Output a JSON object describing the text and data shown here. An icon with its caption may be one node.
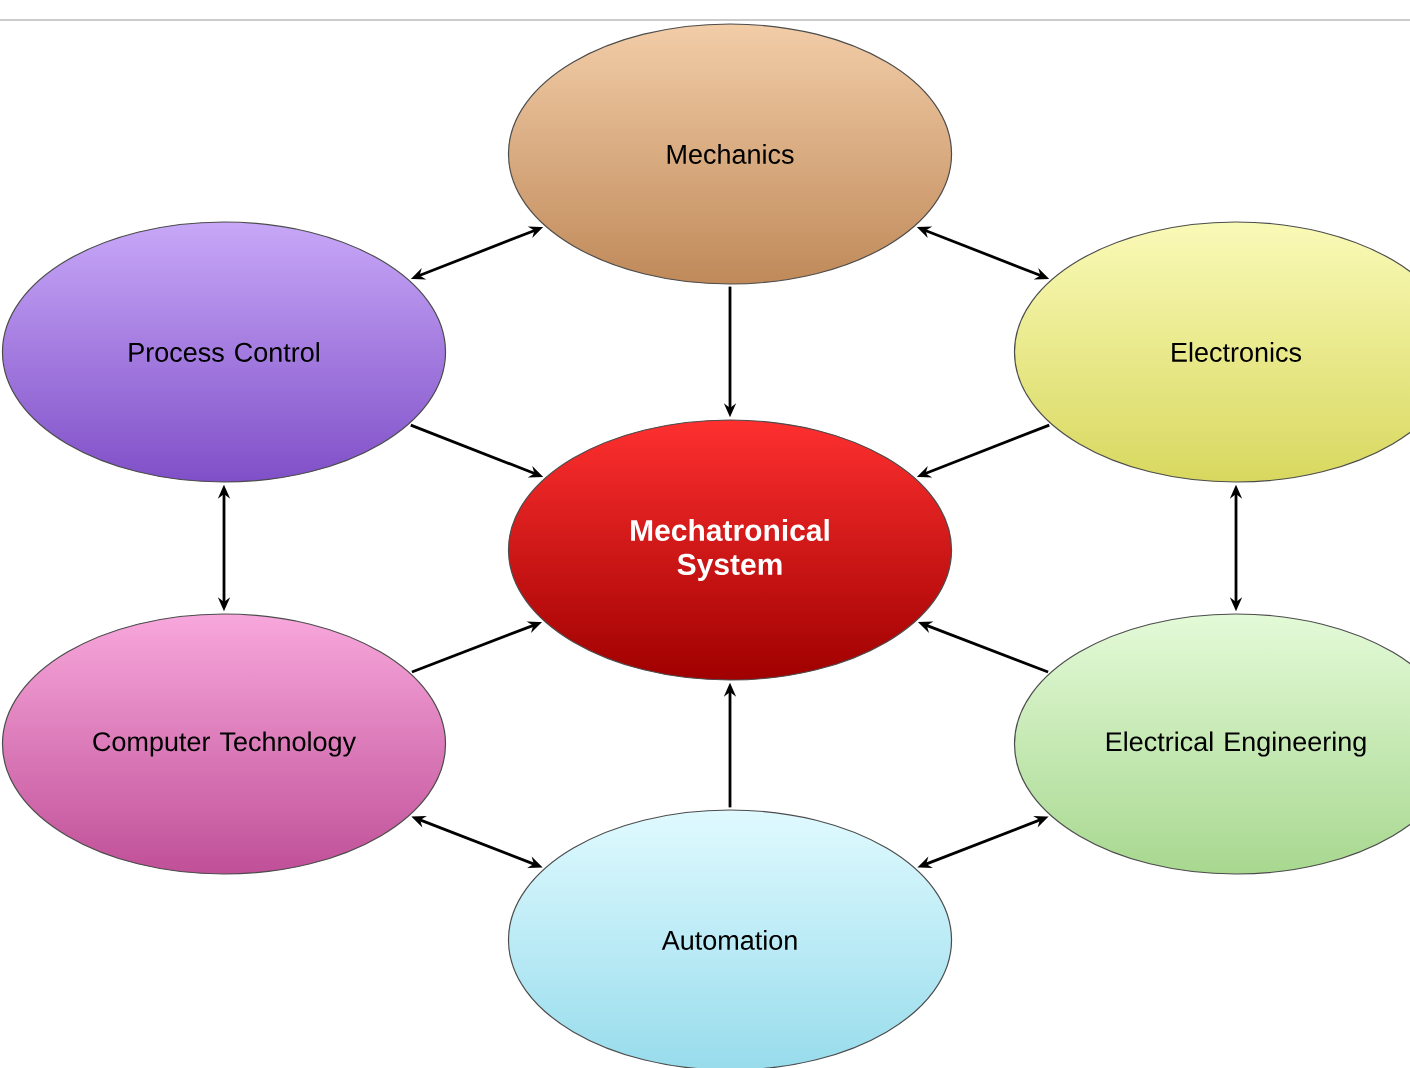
{
  "diagram": {
    "nodes": [
      {
        "text": [
          "Mechanics"
        ]
      },
      {
        "text": [
          "Process Control"
        ]
      },
      {
        "text": [
          "Electronics"
        ]
      },
      {
        "text": [
          "Mechatronical System"
        ]
      },
      {
        "text": [
          "Computer Technology"
        ]
      },
      {
        "text": [
          "Electrical Engineering"
        ]
      },
      {
        "text": [
          "Automation"
        ]
      }
    ],
    "edges": [
      {
        "from": 0,
        "to": 1,
        "arrow": "both"
      },
      {
        "from": 0,
        "to": 2,
        "arrow": "both"
      },
      {
        "from": 0,
        "to": 3,
        "arrow": "to"
      },
      {
        "from": 1,
        "to": 3,
        "arrow": "to"
      },
      {
        "from": 2,
        "to": 3,
        "arrow": "to"
      },
      {
        "from": 1,
        "to": 4,
        "arrow": "both"
      },
      {
        "from": 2,
        "to": 5,
        "arrow": "both"
      },
      {
        "from": 4,
        "to": 3,
        "arrow": "to"
      },
      {
        "from": 5,
        "to": 3,
        "arrow": "to"
      },
      {
        "from": 6,
        "to": 3,
        "arrow": "to"
      },
      {
        "from": 4,
        "to": 6,
        "arrow": "both"
      },
      {
        "from": 5,
        "to": 6,
        "arrow": "both"
      }
    ]
  }
}
